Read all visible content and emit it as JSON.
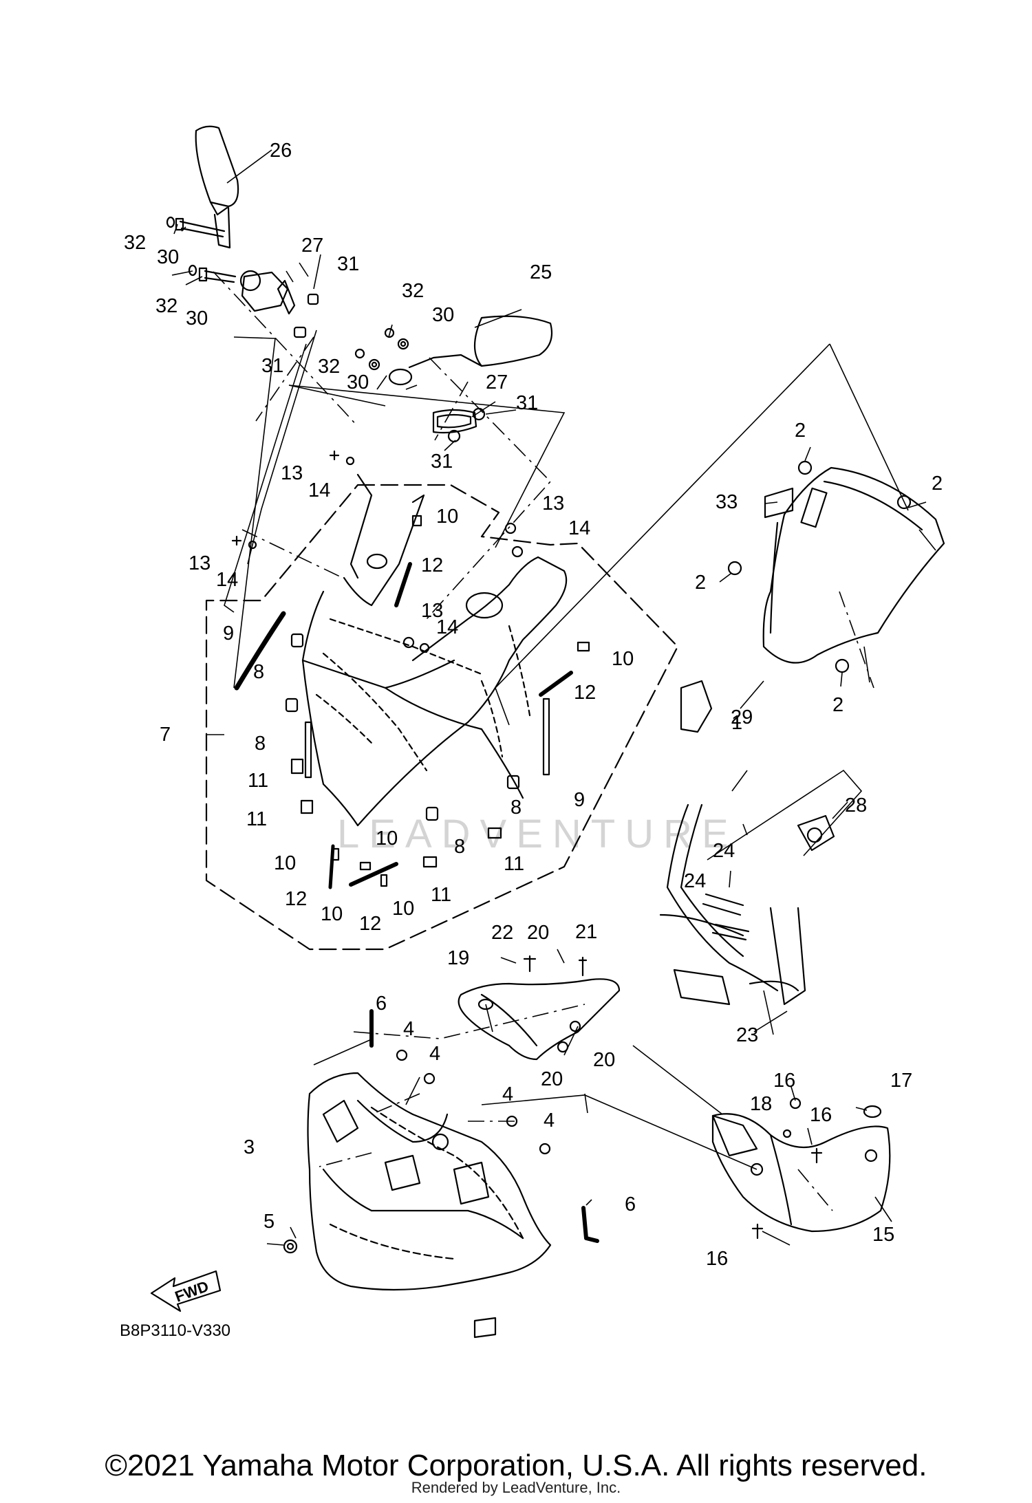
{
  "diagram": {
    "diagram_code": "B8P3110-V330",
    "watermark": "LEADVENTURE",
    "fwd_label": "FWD",
    "callouts": [
      "1",
      "2",
      "3",
      "4",
      "5",
      "6",
      "7",
      "8",
      "9",
      "10",
      "11",
      "12",
      "13",
      "14",
      "15",
      "16",
      "17",
      "18",
      "19",
      "20",
      "21",
      "22",
      "23",
      "24",
      "25",
      "26",
      "27",
      "28",
      "29",
      "30",
      "31",
      "32",
      "33"
    ]
  },
  "footer": {
    "copyright": "©2021 Yamaha Motor Corporation, U.S.A. All rights reserved.",
    "rendered_by": "Rendered by LeadVenture, Inc."
  }
}
